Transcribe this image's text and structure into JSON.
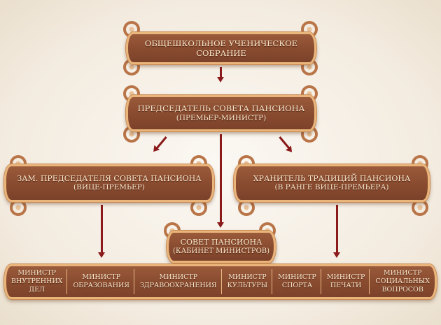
{
  "assembly": {
    "line1": "ОБЩЕШКОЛЬНОЕ УЧЕНИЧЕСКОЕ СОБРАНИЕ"
  },
  "chairman": {
    "line1": "ПРЕДСЕДАТЕЛЬ СОВЕТА ПАНСИОНА",
    "line2": "(ПРЕМЬЕР-МИНИСТР)"
  },
  "deputy": {
    "line1": "ЗАМ. ПРЕДСЕДАТЕЛЯ СОВЕТА ПАНСИОНА",
    "line2": "(ВИЦЕ-ПРЕМЬЕР)"
  },
  "keeper": {
    "line1": "ХРАНИТЕЛЬ ТРАДИЦИЙ ПАНСИОНА",
    "line2": "(В РАНГЕ ВИЦЕ-ПРЕМЬЕРА)"
  },
  "council": {
    "line1": "СОВЕТ ПАНСИОНА",
    "line2": "(КАБИНЕТ МИНИСТРОВ)"
  },
  "ministers": [
    {
      "l1": "МИНИСТР",
      "l2": "ВНУТРЕННИХ",
      "l3": "ДЕЛ"
    },
    {
      "l1": "МИНИСТР",
      "l2": "ОБРАЗОВАНИЯ"
    },
    {
      "l1": "МИНИСТР",
      "l2": "ЗДРАВООХРАНЕНИЯ"
    },
    {
      "l1": "МИНИСТР",
      "l2": "КУЛЬТУРЫ"
    },
    {
      "l1": "МИНИСТР",
      "l2": "СПОРТА"
    },
    {
      "l1": "МИНИСТР",
      "l2": "ПЕЧАТИ"
    },
    {
      "l1": "МИНИСТР",
      "l2": "СОЦИАЛЬНЫХ",
      "l3": "ВОПРОСОВ"
    }
  ],
  "colors": {
    "banner": "#8a4c30",
    "border": "#eab57a",
    "arrow": "#8b1a1a",
    "text": "#fbe8cc"
  }
}
